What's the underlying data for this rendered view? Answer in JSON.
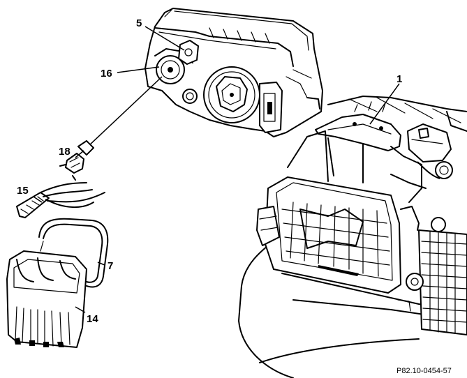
{
  "callouts": {
    "c1": "1",
    "c5": "5",
    "c7": "7",
    "c14": "14",
    "c15": "15",
    "c16": "16",
    "c18": "18"
  },
  "reference": "P82.10-0454-57"
}
